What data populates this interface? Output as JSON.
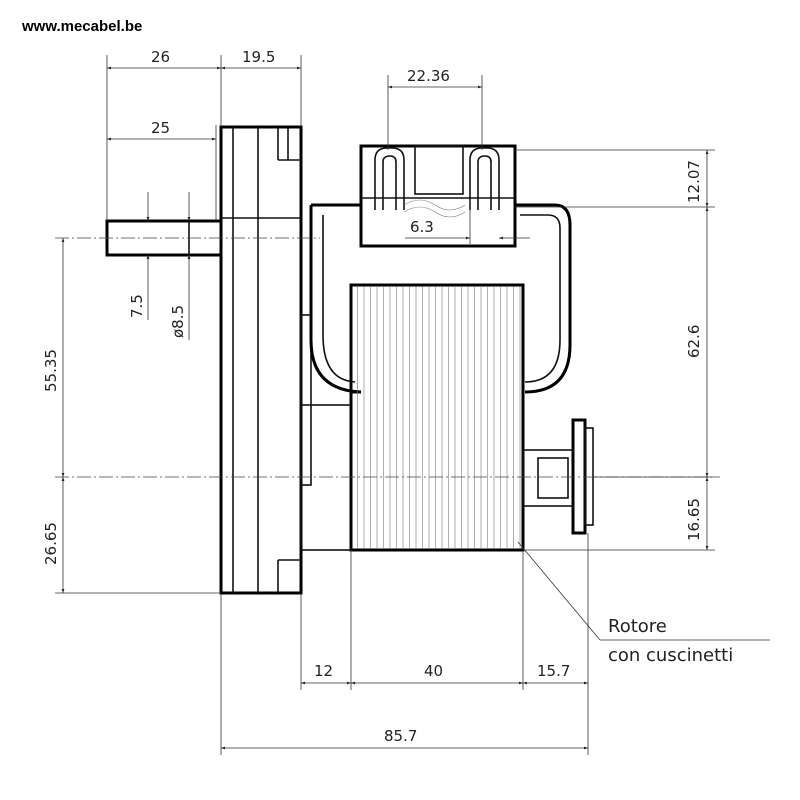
{
  "website": "www.mecabel.be",
  "dimensions": {
    "d26": "26",
    "d19_5": "19.5",
    "d25": "25",
    "d22_36": "22.36",
    "d6_3": "6.3",
    "d12_07": "12.07",
    "d62_6": "62.6",
    "d16_65": "16.65",
    "d7_5": "7.5",
    "d8_5": "ø8.5",
    "d55_35": "55.35",
    "d26_65": "26.65",
    "d12": "12",
    "d40": "40",
    "d15_7": "15.7",
    "d85_7": "85.7"
  },
  "annotation": {
    "line1": "Rotore",
    "line2": "con cuscinetti"
  }
}
